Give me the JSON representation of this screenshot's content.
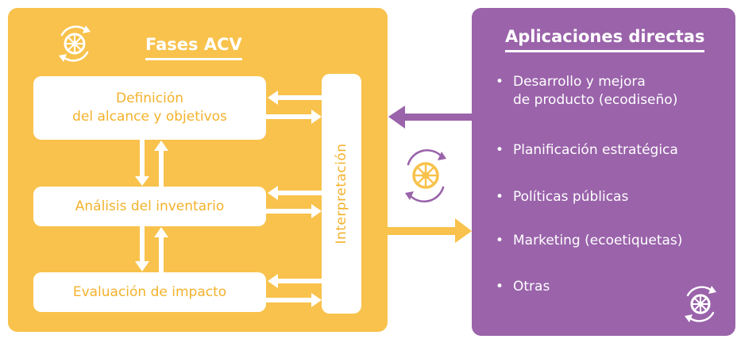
{
  "left_panel": {
    "title": "Fases ACV",
    "phases": [
      {
        "line1": "Definición",
        "line2": "del alcance y objetivos"
      },
      {
        "line1": "Análisis del inventario"
      },
      {
        "line1": "Evaluación de impacto"
      }
    ],
    "interpretation_label": "Interpretación"
  },
  "right_panel": {
    "title": "Aplicaciones directas",
    "items": [
      {
        "line1": "Desarrollo y mejora",
        "line2": "de producto (ecodiseño)"
      },
      {
        "line1": "Planificación estratégica"
      },
      {
        "line1": "Políticas públicas"
      },
      {
        "line1": "Marketing (ecoetiquetas)"
      },
      {
        "line1": "Otras"
      }
    ],
    "bullet": "•"
  },
  "colors": {
    "yellow": "#f8c24c",
    "purple": "#9a63aa",
    "text_yellow": "#f3b22c",
    "white": "#ffffff"
  },
  "icons": [
    "cycle-wheel-icon"
  ]
}
